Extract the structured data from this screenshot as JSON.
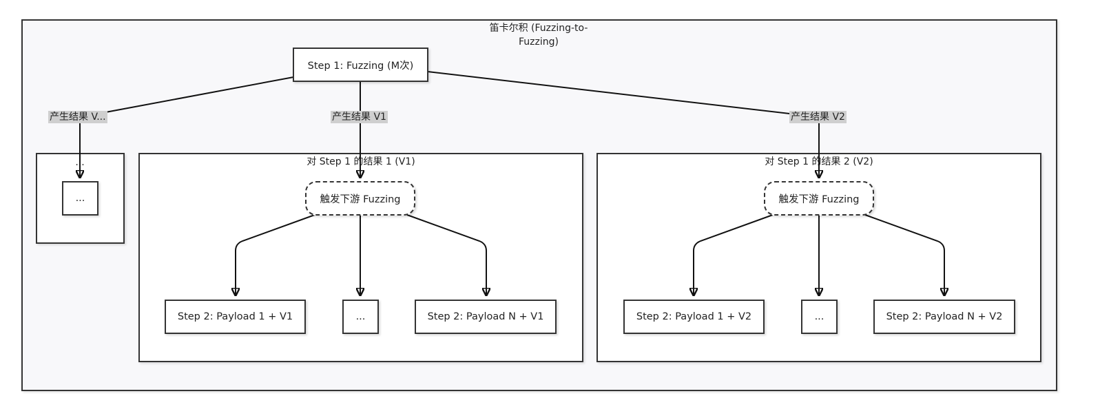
{
  "outer_frame": {
    "title": "笛卡尔积 (Fuzzing-to-Fuzzing)"
  },
  "step1": {
    "label": "Step 1: Fuzzing (M次)"
  },
  "edge_labels": {
    "left": "产生结果 V...",
    "middle": "产生结果 V1",
    "right": "产生结果 V2"
  },
  "small_frame": {
    "title": "...",
    "node": "..."
  },
  "group_v1": {
    "title": "对 Step 1 的结果 1 (V1)",
    "trigger": "触发下游 Fuzzing",
    "payload_first": "Step 2: Payload 1 + V1",
    "payload_mid": "...",
    "payload_last": "Step 2: Payload N + V1"
  },
  "group_v2": {
    "title": "对 Step 1 的结果 2 (V2)",
    "trigger": "触发下游 Fuzzing",
    "payload_first": "Step 2: Payload 1 + V2",
    "payload_mid": "...",
    "payload_last": "Step 2: Payload N + V2"
  }
}
